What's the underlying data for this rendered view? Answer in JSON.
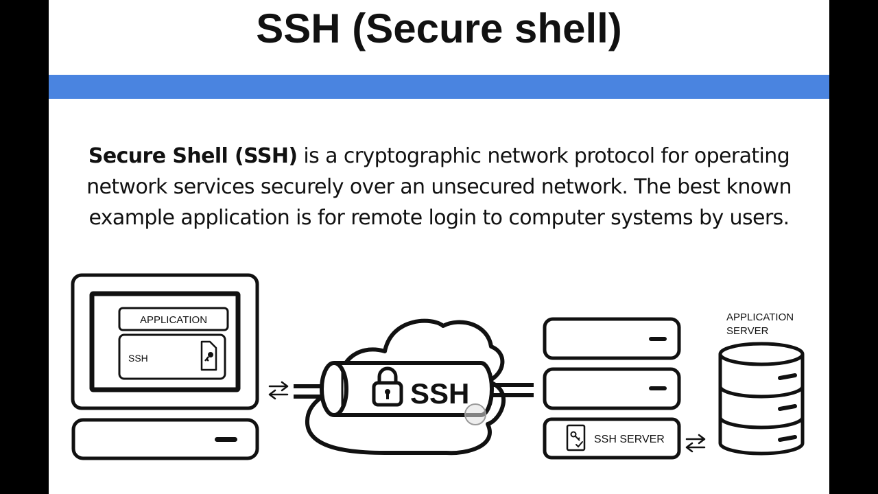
{
  "title": "SSH (Secure shell)",
  "accent_color": "#4a84e0",
  "description": {
    "term": "Secure Shell (SSH)",
    "text": " is a cryptographic network protocol for operating network services securely over an unsecured network. The best known example application is for remote login to computer systems by users."
  },
  "diagram": {
    "client_app_label": "APPLICATION",
    "client_ssh_label": "SSH",
    "tunnel_label": "SSH",
    "server_ssh_label": "SSH SERVER",
    "app_server_label_line1": "APPLICATION",
    "app_server_label_line2": "SERVER",
    "icons": [
      "key-document-icon",
      "padlock-icon",
      "certificate-icon",
      "exchange-arrows-icon",
      "database-icon"
    ]
  }
}
